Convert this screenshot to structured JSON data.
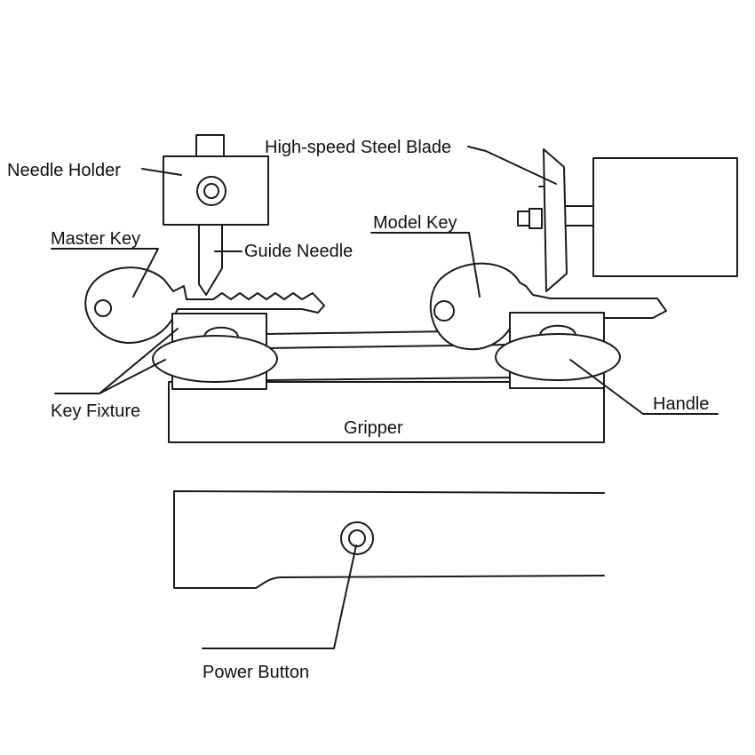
{
  "labels": {
    "needle_holder": "Needle Holder",
    "high_speed_steel_blade": "High-speed Steel Blade",
    "master_key": "Master Key",
    "guide_needle": "Guide Needle",
    "model_key": "Model Key",
    "key_fixture": "Key Fixture",
    "handle": "Handle",
    "gripper": "Gripper",
    "power_button": "Power Button"
  }
}
